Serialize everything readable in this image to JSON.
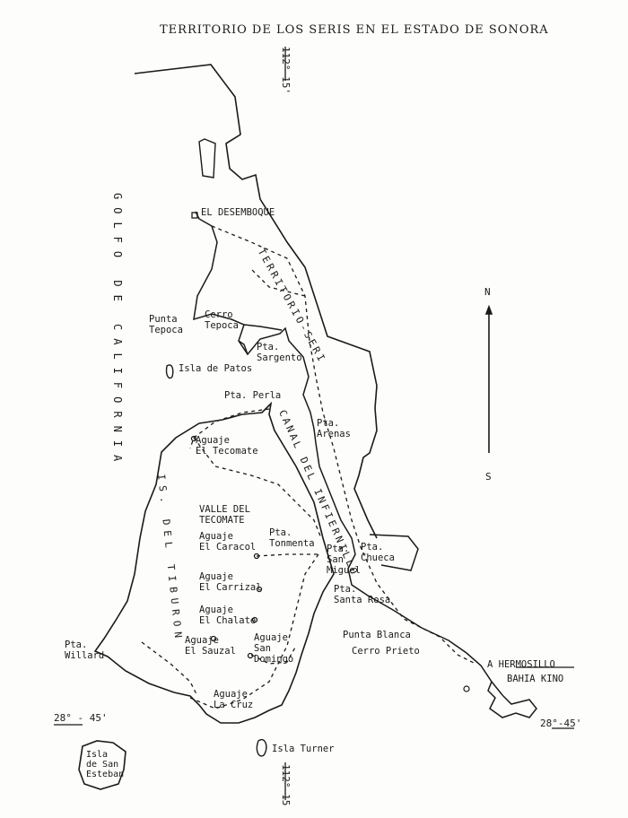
{
  "title": "TERRITORIO DE LOS SERIS EN EL ESTADO DE SONORA",
  "coordinates": {
    "lon_top": "112°-15'",
    "lon_bottom": "112°-15",
    "lat_left": "28° - 45'",
    "lat_right": "28°-45'"
  },
  "compass": {
    "north": "N",
    "south": "S"
  },
  "water": {
    "gulf": "GOLFO DE CALIFORNIA",
    "channel": "CANAL DEL INFIERNILLO"
  },
  "regions": {
    "seri_territory": "TERRITORIO-SERI",
    "tiburon_island": "IS. DEL TIBURON"
  },
  "places": {
    "el_desemboque": "EL DESEMBOQUE",
    "punta_tepoca": "Punta\nTepoca",
    "cerro_tepoca": "Cerro\nTepoca",
    "pta_sargento": "Pta.\nSargento",
    "isla_de_patos": "Isla de Patos",
    "pta_perla": "Pta. Perla",
    "pta_arenas": "Pta.\nArenas",
    "aguaje_el_tecomate": "Aguaje\nEl Tecomate",
    "valle_del_tecomate": "VALLE DEL\nTECOMATE",
    "aguaje_el_caracol": "Aguaje\nEl Caracol",
    "pta_tonmenta": "Pta.\nTonmenta",
    "pta_chueca": "Pta.\nChueca",
    "pta_san_miguel": "Pta.\nSan\nMiguel",
    "aguaje_el_carrizal": "Aguaje\nEl Carrizal",
    "pta_santa_rosa": "Pta.\nSanta Rosa",
    "aguaje_el_chalate": "Aguaje\nEl Chalate",
    "punta_blanca": "Punta Blanca",
    "cerro_prieto": "Cerro Prieto",
    "pta_willard": "Pta.\nWillard",
    "aguaje_el_sauzal": "Aguaje\nEl Sauzal",
    "aguaje_san_domingo": "Aguaje\nSan\nDomingo",
    "a_hermosillo": "A HERMOSILLO",
    "bahia_kino": "BAHIA KINO",
    "aguaje_la_cruz": "Aguaje\nLa Cruz",
    "isla_turner": "Isla Turner",
    "isla_de_san_esteban": "Isla\nde San\nEsteban"
  }
}
